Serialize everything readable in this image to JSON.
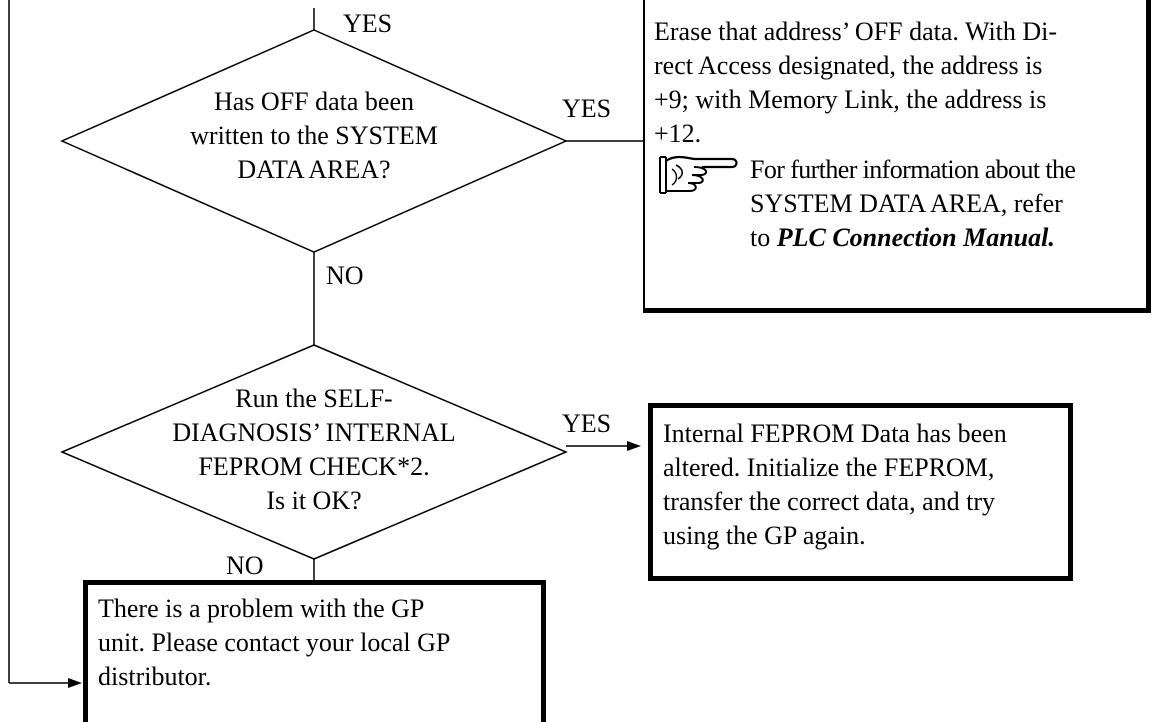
{
  "diagram": {
    "yes_top": "YES",
    "decision1": {
      "lines": [
        "Has OFF data been",
        "written to the SYSTEM",
        "DATA AREA?"
      ],
      "yes": "YES",
      "no": "NO"
    },
    "erase_box": {
      "lines": [
        "Erase that address’ OFF data.  With Di-",
        "rect Access designated, the address is",
        "+9; with Memory Link, the address is",
        "+12."
      ],
      "note_lines": [
        "For further information about the",
        "SYSTEM DATA AREA,  refer"
      ],
      "note_prefix": "to ",
      "manual": "PLC Connection Manual."
    },
    "decision2": {
      "lines": [
        "Run the SELF-",
        "DIAGNOSIS’ INTERNAL",
        "FEPROM CHECK*2.",
        "Is it OK?"
      ],
      "yes": "YES",
      "no": "NO"
    },
    "feprom_box": {
      "lines": [
        "Internal FEPROM Data has been",
        "altered.  Initialize the FEPROM,",
        "transfer the correct data, and try",
        "using the GP again."
      ]
    },
    "problem_box": {
      "lines": [
        "There is a problem with the GP",
        "unit.  Please contact your local GP",
        "distributor."
      ]
    },
    "icons": {
      "reference": "pointing-hand-icon"
    }
  }
}
